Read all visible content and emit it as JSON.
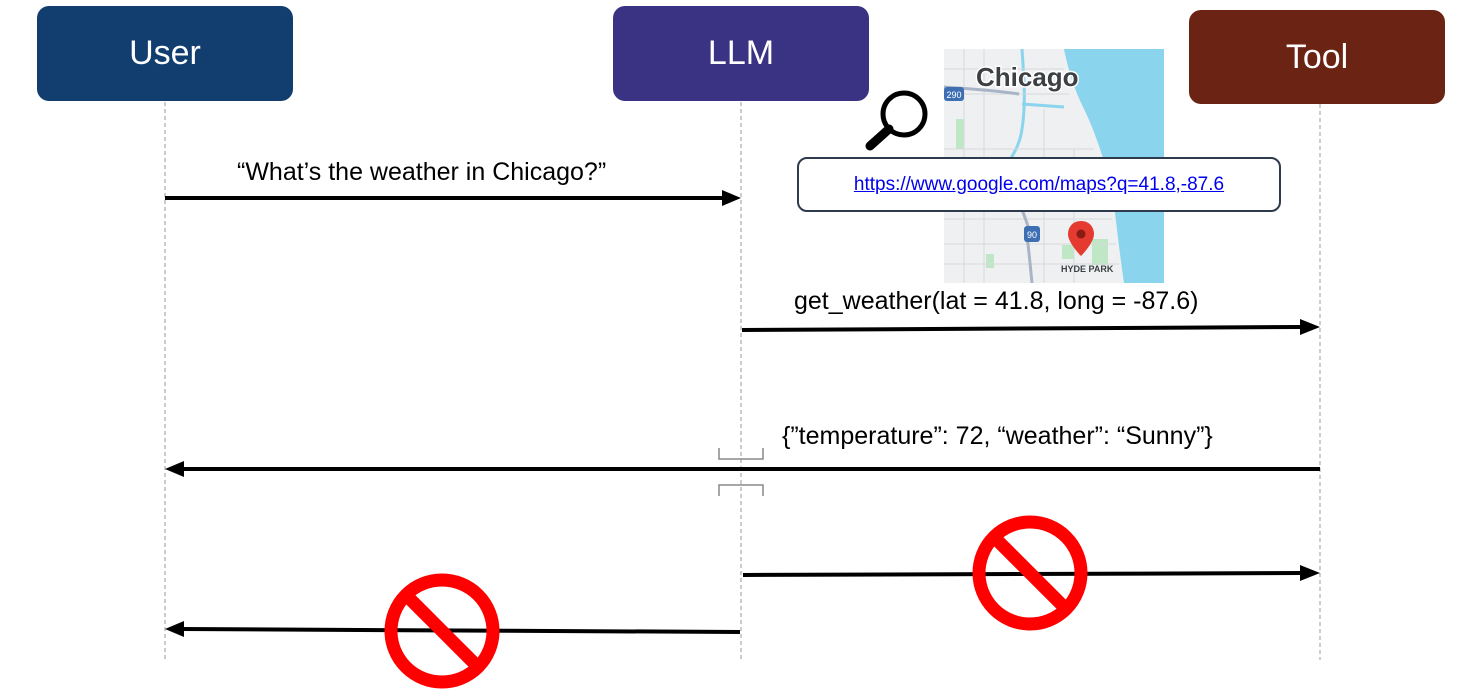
{
  "actors": {
    "user": {
      "label": "User",
      "color": "#123e6f"
    },
    "llm": {
      "label": "LLM",
      "color": "#3a3283"
    },
    "tool": {
      "label": "Tool",
      "color": "#6b2313"
    }
  },
  "messages": {
    "user_to_llm": "“What’s the weather in Chicago?”",
    "llm_to_tool": "get_weather(lat = 41.8, long = -87.6)",
    "tool_response": "{”temperature”: 72, “weather”: “Sunny”}"
  },
  "map": {
    "city_label": "Chicago",
    "district_label": "HYDE PARK",
    "highway_290": "290",
    "highway_90": "90",
    "url": "https://www.google.com/maps?q=41.8,-87.6"
  },
  "icons": {
    "search": "magnifier-icon",
    "blocked": "prohibited-icon"
  },
  "colors": {
    "prohibited": "#ff0000",
    "water": "#8ad4ee",
    "land": "#eef0f1",
    "park": "#bfe6c5",
    "pin": "#e53a2f"
  }
}
